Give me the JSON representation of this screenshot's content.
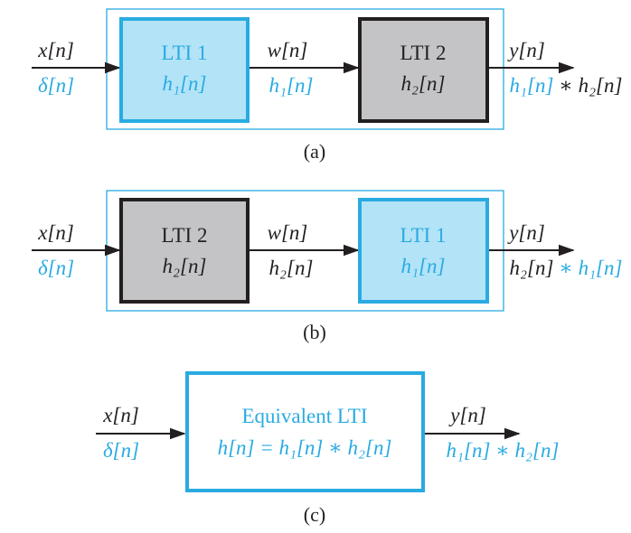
{
  "colors": {
    "blue": "#29abe2",
    "light_blue_fill": "#b3e3f7",
    "gray_fill": "#c4c4c6",
    "dark": "#231f20"
  },
  "panel_a": {
    "input_top": "x[n]",
    "input_bottom": "δ[n]",
    "block1_title": "LTI 1",
    "block1_resp": "h₁[n]",
    "mid_top": "w[n]",
    "mid_bottom": "h₁[n]",
    "block2_title": "LTI 2",
    "block2_resp": "h₂[n]",
    "output_top": "y[n]",
    "output_bottom_1": "h₁[n]",
    "output_bottom_op": " ∗ ",
    "output_bottom_2": "h₂[n]",
    "caption": "(a)"
  },
  "panel_b": {
    "input_top": "x[n]",
    "input_bottom": "δ[n]",
    "block1_title": "LTI 2",
    "block1_resp": "h₂[n]",
    "mid_top": "w[n]",
    "mid_bottom": "h₂[n]",
    "block2_title": "LTI 1",
    "block2_resp": "h₁[n]",
    "output_top": "y[n]",
    "output_bottom_1": "h₂[n]",
    "output_bottom_op": " ∗ ",
    "output_bottom_2": "h₁[n]",
    "caption": "(b)"
  },
  "panel_c": {
    "input_top": "x[n]",
    "input_bottom": "δ[n]",
    "block_title": "Equivalent LTI",
    "block_resp": "h[n] = h₁[n] ∗ h₂[n]",
    "output_top": "y[n]",
    "output_bottom": "h₁[n] ∗ h₂[n]",
    "caption": "(c)"
  }
}
